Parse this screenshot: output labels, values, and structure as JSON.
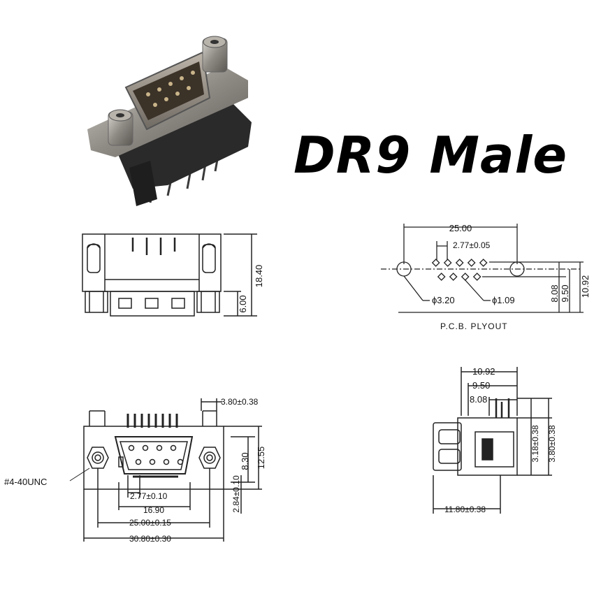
{
  "title": "DR9 Male",
  "front_view": {
    "dim_height": "18.40",
    "dim_lower": "6.00"
  },
  "pcb_layout": {
    "dim_width": "25.00",
    "dim_pitch": "2.77±0.05",
    "dim_mount_hole": "ϕ3.20",
    "dim_pin_hole": "ϕ1.09",
    "dim_row1": "8.08",
    "dim_row2": "9.50",
    "dim_row3": "10.92",
    "caption": "P.C.B. PLYOUT"
  },
  "bottom_view": {
    "dim_top_right": "3.80±0.38",
    "dim_height_inner": "8.30",
    "dim_height_outer": "12.55",
    "dim_offset": "2.84±0.10",
    "dim_pitch": "2.77±0.10",
    "dim_pin_span": "16.90",
    "dim_hole_span": "25.00±0.15",
    "dim_width": "30.80±0.30",
    "thread_label": "#4-40UNC"
  },
  "side_view": {
    "dim_a": "10.92",
    "dim_b": "9.50",
    "dim_c": "8.08",
    "dim_pin_len1": "3.18±0.38",
    "dim_pin_len2": "3.80±0.38",
    "dim_body": "11.80±0.38"
  }
}
